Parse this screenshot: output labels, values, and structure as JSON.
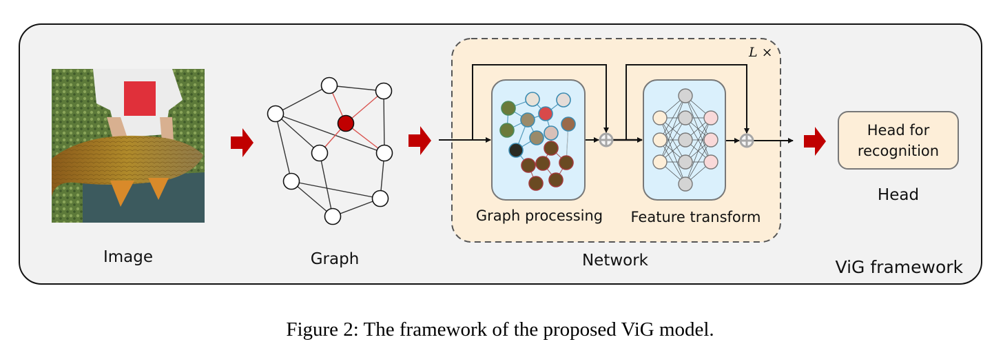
{
  "figure": {
    "caption": "Figure 2: The framework of the proposed ViG model.",
    "framework_label": "ViG framework",
    "colors": {
      "frame_bg": "#f2f2f2",
      "network_bg": "#fdeed8",
      "block_bg": "#daf0fc",
      "arrow_red": "#c00000",
      "highlight_node": "#c00000",
      "red_edge": "#d9534f",
      "plus_gray": "#a6a6a6",
      "input_node": "#fdeed8",
      "hidden_node": "#d4d4d4",
      "output_node": "#f9d9d9",
      "head_bg": "#fdeed8"
    }
  },
  "stages": {
    "image": {
      "label": "Image",
      "content": "photo of a person holding a carp fish"
    },
    "graph": {
      "label": "Graph"
    },
    "network": {
      "label": "Network",
      "repeat_label": "L ×",
      "graph_processing": {
        "label": "Graph processing"
      },
      "feature_transform": {
        "label": "Feature transform"
      }
    },
    "head": {
      "label": "Head",
      "box_line1": "Head for",
      "box_line2": "recognition"
    }
  },
  "graph": {
    "nodes": [
      {
        "id": "a",
        "highlight": false
      },
      {
        "id": "b",
        "highlight": false
      },
      {
        "id": "c",
        "highlight": false
      },
      {
        "id": "d",
        "highlight": true
      },
      {
        "id": "e",
        "highlight": false
      },
      {
        "id": "f",
        "highlight": false
      },
      {
        "id": "g",
        "highlight": false
      },
      {
        "id": "h",
        "highlight": false
      },
      {
        "id": "i",
        "highlight": false
      }
    ],
    "edges": [
      {
        "from": "a",
        "to": "c",
        "red": false
      },
      {
        "from": "a",
        "to": "b",
        "red": false
      },
      {
        "from": "a",
        "to": "d",
        "red": true
      },
      {
        "from": "b",
        "to": "d",
        "red": true
      },
      {
        "from": "b",
        "to": "f",
        "red": false
      },
      {
        "from": "c",
        "to": "e",
        "red": false
      },
      {
        "from": "c",
        "to": "f",
        "red": false
      },
      {
        "from": "c",
        "to": "g",
        "red": false
      },
      {
        "from": "d",
        "to": "e",
        "red": true
      },
      {
        "from": "d",
        "to": "f",
        "red": true
      },
      {
        "from": "e",
        "to": "i",
        "red": false
      },
      {
        "from": "f",
        "to": "h",
        "red": false
      },
      {
        "from": "g",
        "to": "h",
        "red": false
      },
      {
        "from": "g",
        "to": "i",
        "red": false
      },
      {
        "from": "h",
        "to": "i",
        "red": false
      }
    ]
  },
  "patch_graph": {
    "nodes": [
      {
        "id": 1,
        "cluster": "green"
      },
      {
        "id": 2,
        "cluster": "blue"
      },
      {
        "id": 3,
        "cluster": "blue"
      },
      {
        "id": 4,
        "cluster": "blue"
      },
      {
        "id": 5,
        "cluster": "blue"
      },
      {
        "id": 6,
        "cluster": "green"
      },
      {
        "id": 7,
        "cluster": "blue"
      },
      {
        "id": 8,
        "cluster": "blue"
      },
      {
        "id": 9,
        "cluster": "blue"
      },
      {
        "id": 10,
        "cluster": "blue"
      },
      {
        "id": 11,
        "cluster": "red"
      },
      {
        "id": 12,
        "cluster": "red"
      },
      {
        "id": 13,
        "cluster": "red"
      },
      {
        "id": 14,
        "cluster": "red"
      },
      {
        "id": 15,
        "cluster": "red"
      },
      {
        "id": 16,
        "cluster": "red"
      }
    ],
    "edges": [
      [
        1,
        6
      ],
      [
        1,
        5
      ],
      [
        2,
        4
      ],
      [
        3,
        4
      ],
      [
        4,
        5
      ],
      [
        4,
        7
      ],
      [
        5,
        6
      ],
      [
        5,
        9
      ],
      [
        5,
        10
      ],
      [
        7,
        11
      ],
      [
        8,
        14
      ],
      [
        9,
        10
      ],
      [
        10,
        12
      ],
      [
        11,
        13
      ],
      [
        11,
        14
      ],
      [
        12,
        13
      ],
      [
        12,
        15
      ],
      [
        13,
        16
      ],
      [
        14,
        16
      ],
      [
        2,
        1
      ]
    ]
  },
  "mlp": {
    "layers": [
      3,
      5,
      3
    ]
  }
}
